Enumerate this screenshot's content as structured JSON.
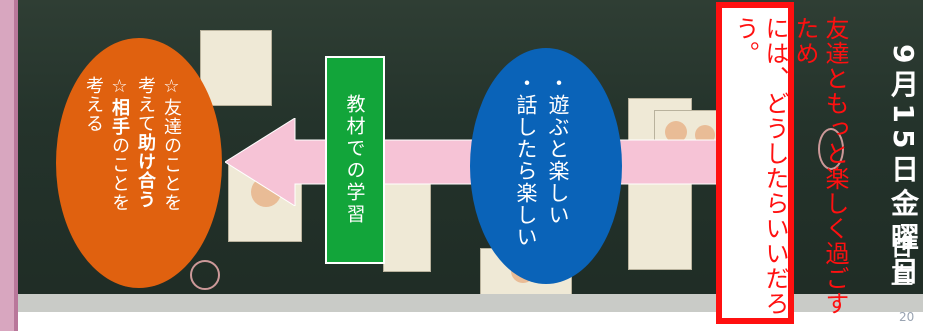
{
  "slide": {
    "page_number": "20",
    "date_on_board": "9月15日金曜日",
    "duty_label": "日直"
  },
  "goal_box": {
    "line1": "友達ともっと楽しく過ごすため",
    "line2": "には、どうしたらいいだろう。",
    "border_color": "#ff1010"
  },
  "blue_oval": {
    "item1": "・遊ぶと楽しい",
    "item2": "・話したら楽しい",
    "color": "#0a63b8"
  },
  "green_box": {
    "label": "教材での学習",
    "color": "#12a53a"
  },
  "orange_oval": {
    "line1_prefix": "☆友達のことを",
    "line2_a": "考えて",
    "line2_b": "助け合う",
    "line3_a": "☆",
    "line3_b": "相手",
    "line3_c": "のことを",
    "line4": "考える",
    "color": "#e0610f"
  },
  "arrow": {
    "color": "#f6c3d6"
  }
}
